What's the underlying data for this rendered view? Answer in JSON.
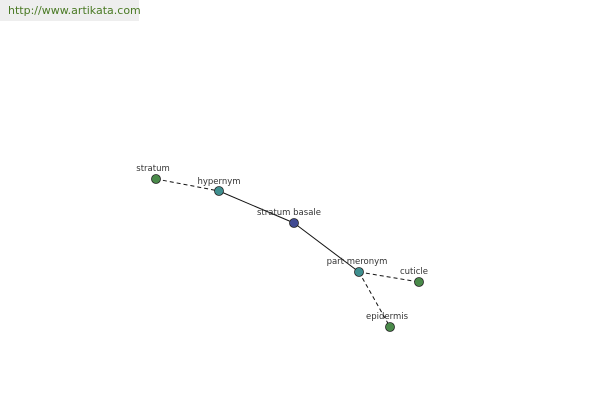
{
  "header": {
    "url": "http://www.artikata.com"
  },
  "graph": {
    "colors": {
      "concept": "#4a8a4a",
      "relation": "#3f8f8f",
      "focus": "#404a92",
      "edge": "#111111"
    },
    "nodes": [
      {
        "id": "stratum",
        "label": "stratum",
        "kind": "concept"
      },
      {
        "id": "hypernym",
        "label": "hypernym",
        "kind": "relation"
      },
      {
        "id": "stratum-basale",
        "label": "stratum basale",
        "kind": "focus"
      },
      {
        "id": "part-meronym",
        "label": "part meronym",
        "kind": "relation"
      },
      {
        "id": "cuticle",
        "label": "cuticle",
        "kind": "concept"
      },
      {
        "id": "epidermis",
        "label": "epidermis",
        "kind": "concept"
      }
    ],
    "edges": [
      {
        "from": "stratum",
        "to": "hypernym",
        "style": "dashed"
      },
      {
        "from": "hypernym",
        "to": "stratum-basale",
        "style": "solid"
      },
      {
        "from": "stratum-basale",
        "to": "part-meronym",
        "style": "solid"
      },
      {
        "from": "part-meronym",
        "to": "cuticle",
        "style": "dashed"
      },
      {
        "from": "part-meronym",
        "to": "epidermis",
        "style": "dashed"
      }
    ]
  }
}
